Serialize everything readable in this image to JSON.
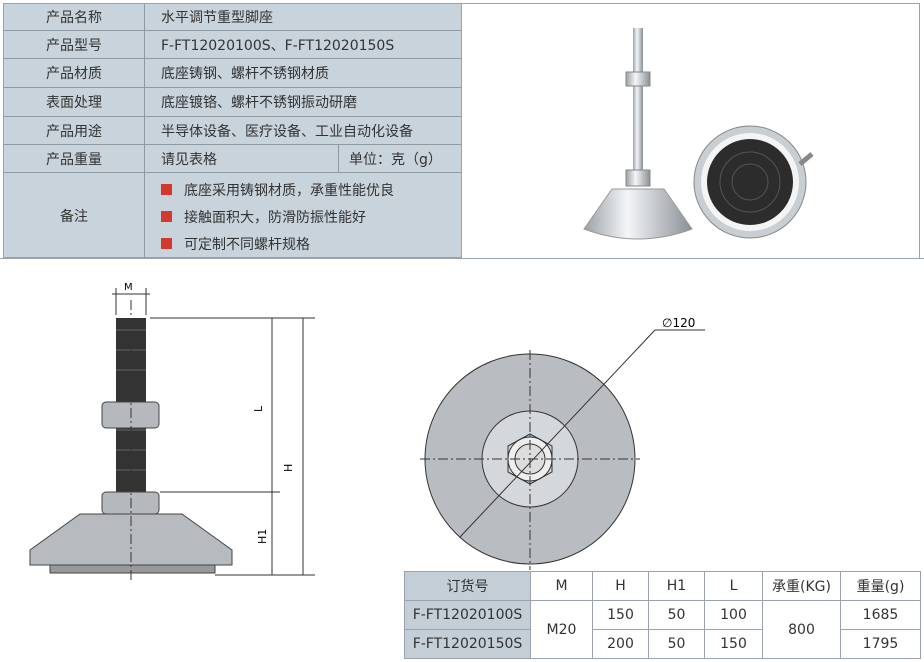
{
  "spec": {
    "rows": [
      {
        "label": "产品名称",
        "value": "水平调节重型脚座"
      },
      {
        "label": "产品型号",
        "value": "F-FT12020100S、F-FT12020150S"
      },
      {
        "label": "产品材质",
        "value": "底座铸钢、螺杆不锈钢材质"
      },
      {
        "label": "表面处理",
        "value": "底座镀铬、螺杆不锈钢振动研磨"
      },
      {
        "label": "产品用途",
        "value": "半导体设备、医疗设备、工业自动化设备"
      },
      {
        "label": "产品重量",
        "value": "请见表格",
        "unit": "单位：克（g）"
      }
    ],
    "notes_label": "备注",
    "notes": [
      "底座采用铸钢材质，承重性能优良",
      "接触面积大，防滑防振性能好",
      "可定制不同螺杆规格"
    ],
    "bullet_color": "#d33a2c"
  },
  "drawing": {
    "m": "M",
    "l": "L",
    "h": "H",
    "h1": "H1",
    "diameter": "∅120"
  },
  "order": {
    "headers": [
      "订货号",
      "M",
      "H",
      "H1",
      "L",
      "承重(KG)",
      "重量(g)"
    ],
    "rows": [
      {
        "code": "F-FT12020100S",
        "m": "M20",
        "h": "150",
        "h1": "50",
        "l": "100",
        "load": "800",
        "weight": "1685"
      },
      {
        "code": "F-FT12020150S",
        "h": "200",
        "h1": "50",
        "l": "150",
        "weight": "1795"
      }
    ]
  }
}
